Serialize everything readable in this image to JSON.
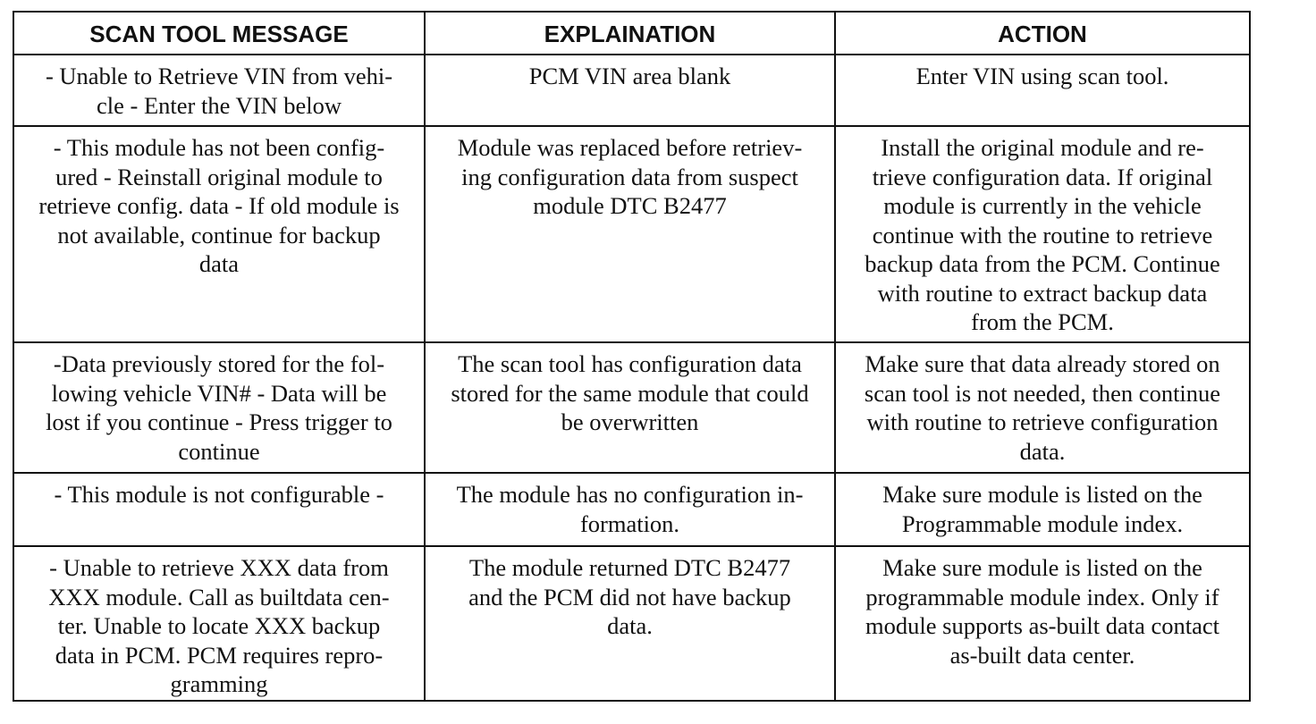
{
  "table": {
    "headers": [
      "SCAN TOOL MESSAGE",
      "EXPLAINATION",
      "ACTION"
    ],
    "rows": [
      [
        "- Unable to Retrieve VIN from vehi-\ncle - Enter the VIN below",
        "PCM VIN area blank",
        "Enter VIN using scan tool."
      ],
      [
        "- This module has not been config-\nured - Reinstall original module to\nretrieve config. data - If old module is\nnot available, continue for backup\ndata",
        "Module was replaced before retriev-\ning configuration data from suspect\nmodule DTC B2477",
        "Install the original module and re-\ntrieve configuration data. If original\nmodule is currently in the vehicle\ncontinue with the routine to retrieve\nbackup data from the PCM. Continue\nwith routine to extract backup data\nfrom the PCM."
      ],
      [
        "-Data previously stored for the fol-\nlowing vehicle VIN# - Data will be\nlost if you continue - Press trigger to\ncontinue",
        "The scan tool has configuration data\nstored for the same module that could\nbe overwritten",
        "Make sure that data already stored on\nscan tool is not needed, then continue\nwith routine to retrieve configuration\ndata."
      ],
      [
        "- This module is not configurable -",
        "The module has no configuration in-\nformation.",
        "Make sure module is listed on the\nProgrammable module index."
      ],
      [
        "- Unable to retrieve XXX data from\nXXX module. Call as builtdata cen-\nter. Unable to locate XXX backup\ndata in PCM. PCM requires repro-\ngramming",
        "The module returned DTC B2477\nand the PCM did not have backup\ndata.",
        "Make sure module is listed on the\nprogrammable module index. Only if\nmodule supports as-built data contact\nas-built data center."
      ]
    ]
  }
}
